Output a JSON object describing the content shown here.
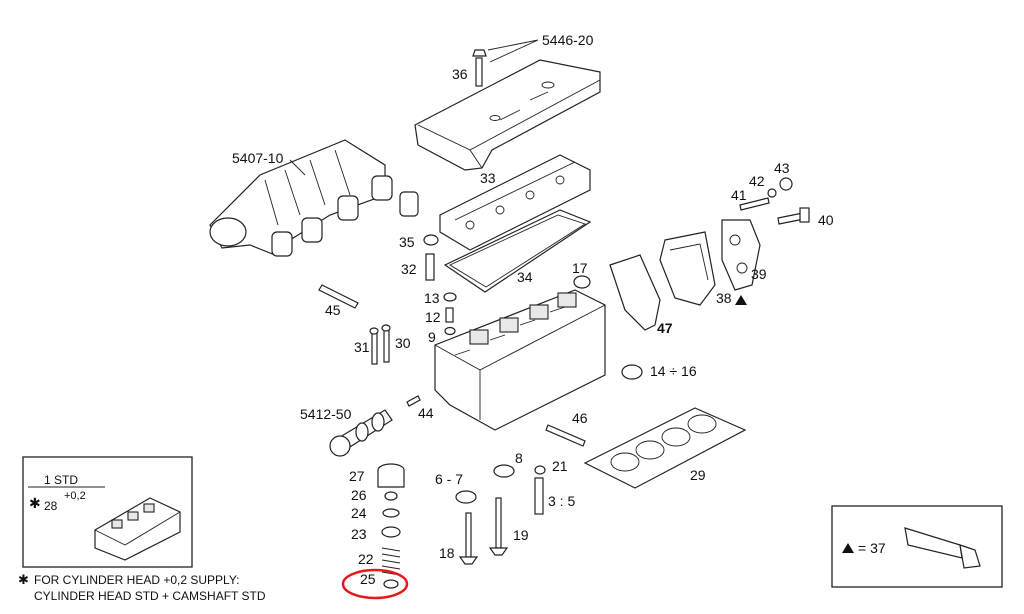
{
  "labels": {
    "cover_ref": "5446-20",
    "manifold_ref": "5407-10",
    "camshaft_ref": "5412-50",
    "p36": "36",
    "p33": "33",
    "p43": "43",
    "p42": "42",
    "p41": "41",
    "p40": "40",
    "p35": "35",
    "p32": "32",
    "p34": "34",
    "p17": "17",
    "p39": "39",
    "p38": "38",
    "p45": "45",
    "p13": "13",
    "p12": "12",
    "p9": "9",
    "p47": "47",
    "p31": "31",
    "p30": "30",
    "p14_16": "14 ÷ 16",
    "p44": "44",
    "p46": "46",
    "p29": "29",
    "p27": "27",
    "p26": "26",
    "p24": "24",
    "p23": "23",
    "p22": "22",
    "p25": "25",
    "p6_7": "6 - 7",
    "p8": "8",
    "p21": "21",
    "p3_5": "3 : 5",
    "p18": "18",
    "p19": "19"
  },
  "head_box": {
    "line1": "1   STD",
    "line2_main": "28",
    "line2_sup": "+0,2",
    "asterisk": "✱"
  },
  "footnote": {
    "line1": "FOR CYLINDER HEAD +0,2 SUPPLY:",
    "line2": "CYLINDER HEAD STD + CAMSHAFT STD"
  },
  "sealant_box": {
    "text": "= 37"
  },
  "highlight_color": "#e8171c"
}
